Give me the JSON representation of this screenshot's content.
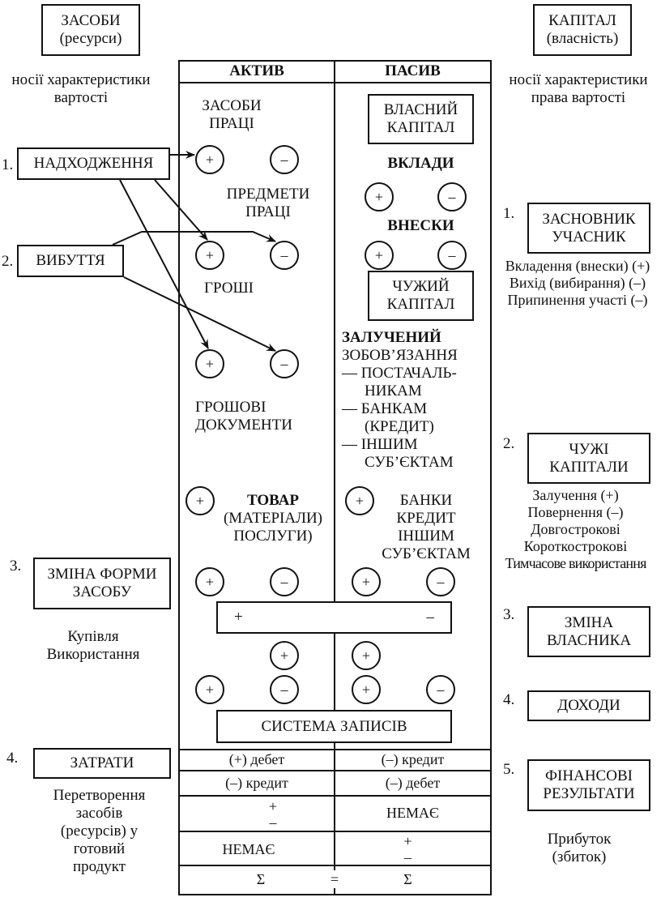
{
  "left_header": {
    "box_label": "ЗАСОБИ\n(ресурси)",
    "box_line1": "ЗАСОБИ",
    "box_line2": "(ресурси)",
    "caption_line1": "носії характеристики",
    "caption_line2": "вартості"
  },
  "right_header": {
    "box_line1": "КАПІТАЛ",
    "box_line2": "(власність)",
    "caption_line1": "носії характеристики",
    "caption_line2": "права вартості"
  },
  "table": {
    "active_header": "АКТИВ",
    "passive_header": "ПАСИВ"
  },
  "active": {
    "means_of_labor_1": "ЗАСОБИ",
    "means_of_labor_2": "ПРАЦІ",
    "objects_of_labor_1": "ПРЕДМЕТИ",
    "objects_of_labor_2": "ПРАЦІ",
    "money": "ГРОШІ",
    "money_docs_1": "ГРОШОВІ",
    "money_docs_2": "ДОКУМЕНТИ",
    "goods_1": "ТОВАР",
    "goods_2": "(МАТЕРІАЛИ)",
    "goods_3": "ПОСЛУГИ)"
  },
  "passive": {
    "own_capital_1": "ВЛАСНИЙ",
    "own_capital_2": "КАПІТАЛ",
    "deposits": "ВКЛАДИ",
    "contributions": "ВНЕСКИ",
    "borrowed_capital_1": "ЧУЖИЙ",
    "borrowed_capital_2": "КАПІТАЛ",
    "attracted": "ЗАЛУЧЕНИЙ",
    "obligations": "ЗОБОВ’ЯЗАННЯ",
    "suppliers_1": "— ПОСТАЧАЛЬ-",
    "suppliers_2": "НИКАМ",
    "banks_1": "— БАНКАМ",
    "banks_2": "(КРЕДИТ)",
    "others_1": "— ІНШИМ",
    "others_2": "СУБ’ЄКТАМ",
    "banks_block_1": "БАНКИ",
    "banks_block_2": "КРЕДИТ",
    "banks_block_3": "ІНШИМ",
    "banks_block_4": "СУБ’ЄКТАМ"
  },
  "signs": {
    "plus": "+",
    "minus": "–",
    "sum": "Σ",
    "equals": "="
  },
  "bar": {
    "plus": "+",
    "minus": "–"
  },
  "record_system": "СИСТЕМА ЗАПИСІВ",
  "bottom_table": {
    "rows": [
      {
        "left": "(+) дебет",
        "right": "(–) кредит"
      },
      {
        "left": "(–) кредит",
        "right": "(–) дебет"
      },
      {
        "left_1": "+",
        "left_2": "–",
        "right": "НЕМАЄ"
      },
      {
        "left": "НЕМАЄ",
        "right_1": "+",
        "right_2": "–"
      },
      {
        "left": "Σ",
        "middle": "=",
        "right": "Σ"
      }
    ]
  },
  "left_items": [
    {
      "num": "1.",
      "label": "НАДХОДЖЕННЯ"
    },
    {
      "num": "2.",
      "label": "ВИБУТТЯ"
    },
    {
      "num": "3.",
      "label_1": "ЗМІНА ФОРМИ",
      "label_2": "ЗАСОБУ",
      "note_1": "Купівля",
      "note_2": "Використання"
    },
    {
      "num": "4.",
      "label": "ЗАТРАТИ",
      "note_1": "Перетворення",
      "note_2": "засобів",
      "note_3": "(ресурсів) у",
      "note_4": "готовий",
      "note_5": "продукт"
    }
  ],
  "right_items": [
    {
      "num": "1.",
      "label_1": "ЗАСНОВНИК",
      "label_2": "УЧАСНИК",
      "note_1": "Вкладення (внески) (+)",
      "note_2": "Вихід (вибирання) (–)",
      "note_3": "Припинення участі (–)"
    },
    {
      "num": "2.",
      "label_1": "ЧУЖІ",
      "label_2": "КАПІТАЛИ",
      "note_1": "Залучення (+)",
      "note_2": "Повернення (–)",
      "note_3": "Довгострокові",
      "note_4": "Короткострокові",
      "note_5": "Тимчасове використання"
    },
    {
      "num": "3.",
      "label_1": "ЗМІНА",
      "label_2": "ВЛАСНИКА"
    },
    {
      "num": "4.",
      "label": "ДОХОДИ"
    },
    {
      "num": "5.",
      "label_1": "ФІНАНСОВІ",
      "label_2": "РЕЗУЛЬТАТИ",
      "note_1": "Прибуток",
      "note_2": "(збиток)"
    }
  ]
}
